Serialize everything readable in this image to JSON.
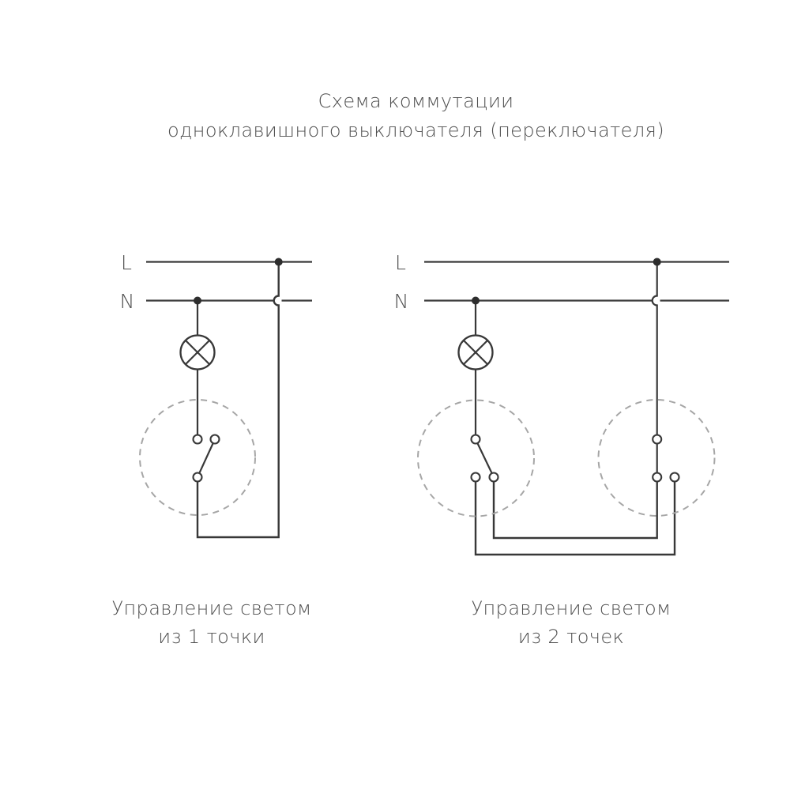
{
  "title": {
    "line1": "Схема коммутации",
    "line2": "одноклавишного выключателя (переключателя)"
  },
  "colors": {
    "background": "#ffffff",
    "wire": "#383838",
    "junction_dot": "#2d2d2d",
    "dashed_circle": "#a6a6a6",
    "text": "#4e4e4e"
  },
  "diagram_left": {
    "live_label": "L",
    "neutral_label": "N",
    "caption_line1": "Управление светом",
    "caption_line2": "из 1 точки"
  },
  "diagram_right": {
    "live_label": "L",
    "neutral_label": "N",
    "caption_line1": "Управление светом",
    "caption_line2": "из 2 точек"
  }
}
